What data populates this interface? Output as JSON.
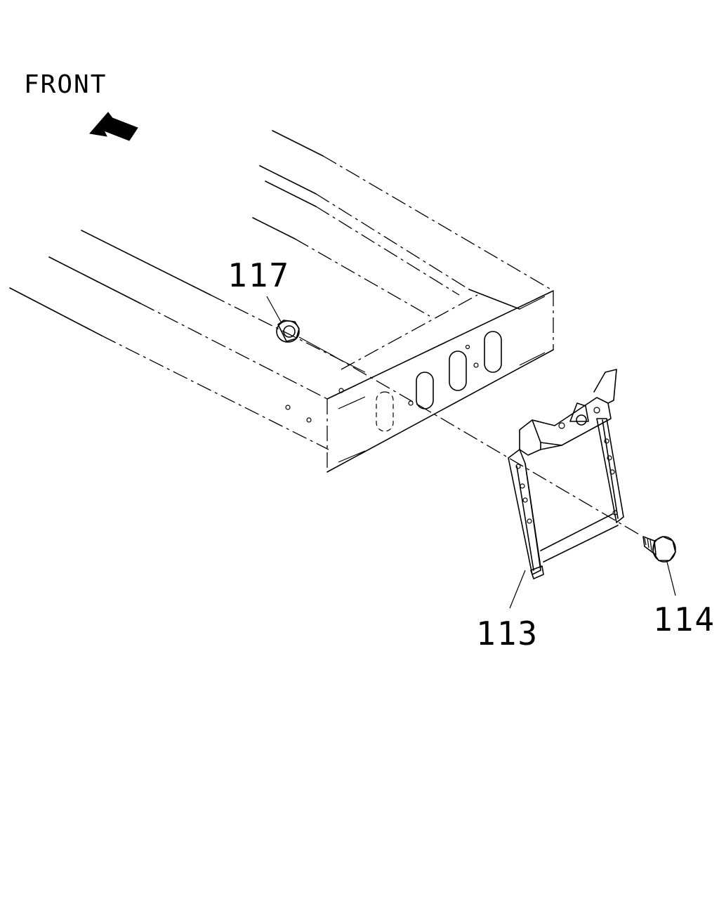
{
  "direction": {
    "label": "FRONT",
    "icon": "arrow-left-icon"
  },
  "callouts": {
    "nut": "117",
    "bracket": "113",
    "bolt": "114"
  },
  "colors": {
    "line": "#000000",
    "background": "#ffffff"
  }
}
